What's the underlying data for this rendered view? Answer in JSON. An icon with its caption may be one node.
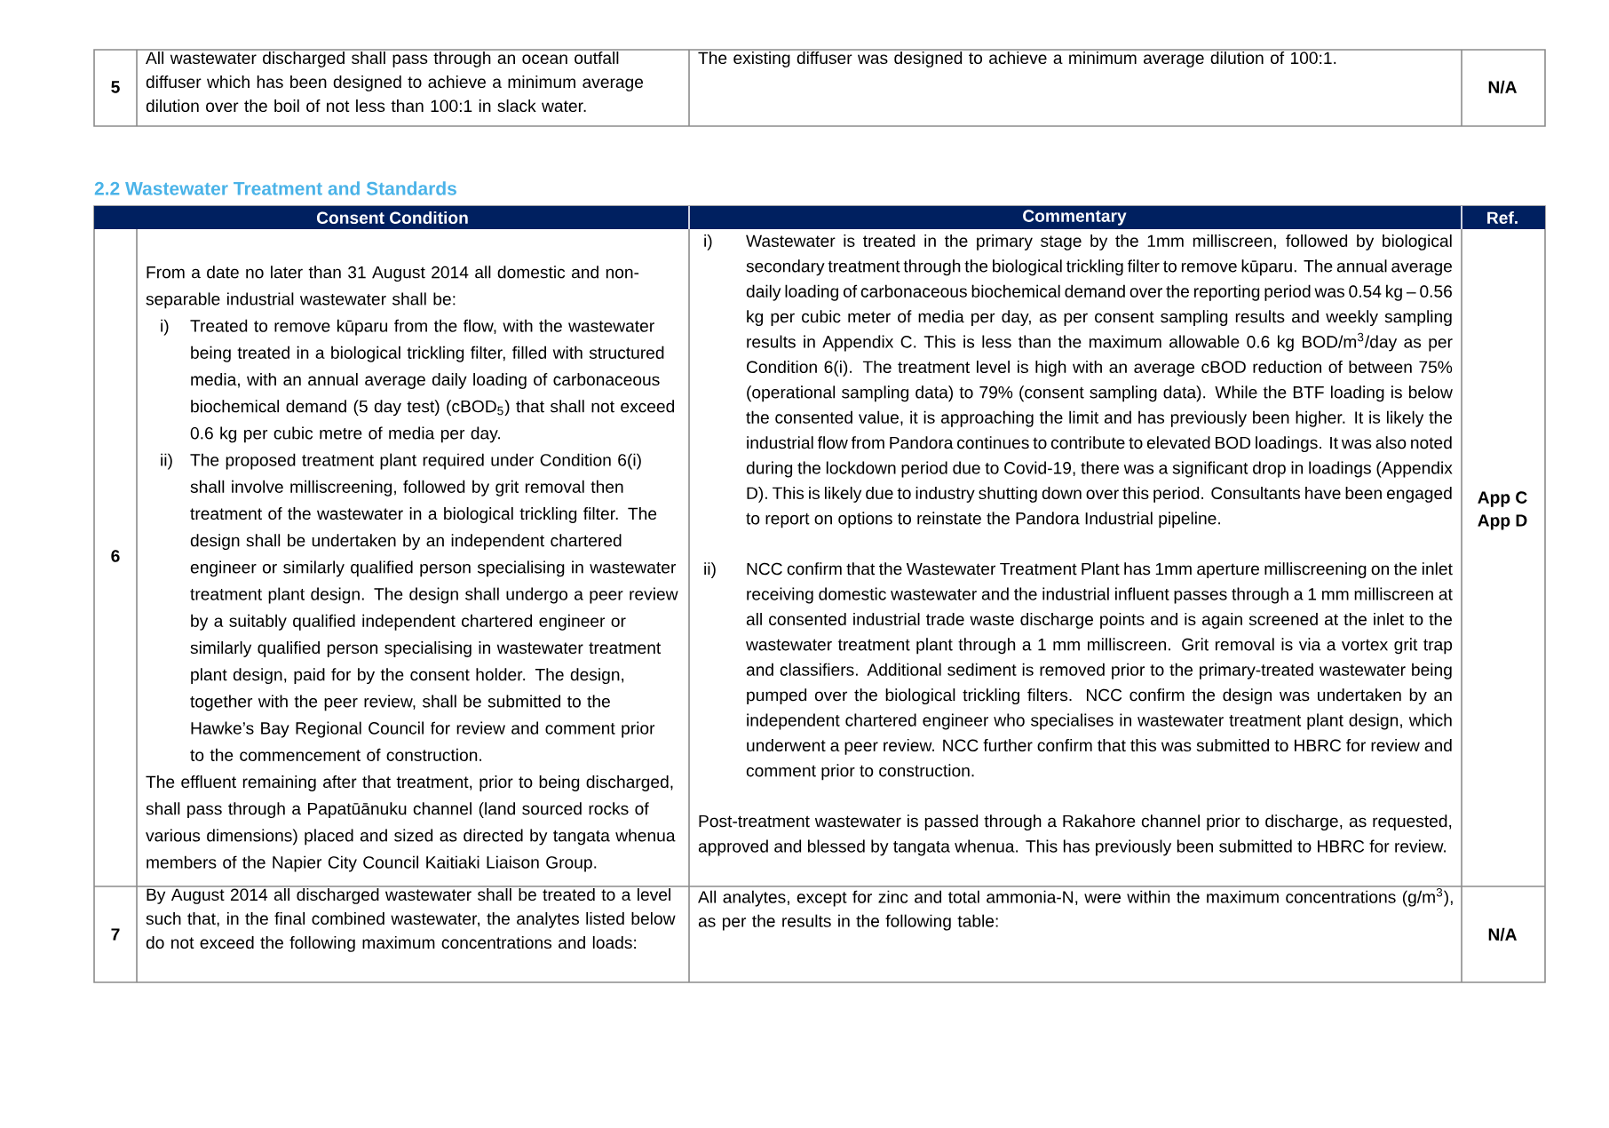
{
  "diagram": {
    "title": "2.2 Wastewater Treatment and Standards",
    "labels": [
      "5",
      "All wastewater discharged shall pass through an ocean outfall diffuser which has been designed to achieve a minimum average dilution over the boil of not less than 100:1 in slack water.",
      "The existing diffuser was designed to achieve a minimum average dilution of 100:1.",
      "N/A",
      "Consent Condition",
      "Commentary",
      "Ref.",
      "6",
      "From a date no later than 31 August 2014 all domestic and non-separable industrial wastewater shall be:",
      "i)",
      "Treated to remove kūparu from the flow, with the wastewater being treated in a biological trickling filter, filled with structured media, with an annual average daily loading of carbonaceous biochemical demand (5 day test) (cBOD$_{5}$) that shall not exceed 0.6 kg per cubic metre of media per day.",
      "ii)",
      "The proposed treatment plant required under Condition 6(i) shall involve milliscreening, followed by grit removal then treatment of the wastewater in a biological trickling filter. The design shall be undertaken by an independent chartered engineer or similarly qualified person specialising in wastewater treatment plant design. The design shall undergo a peer review by a suitably qualified independent chartered engineer or similarly qualified person specialising in wastewater treatment plant design, paid for by the consent holder. The design, together with the peer review, shall be submitted to the Hawke’s Bay Regional Council for review and comment prior to the commencement of construction.",
      "The effluent remaining after that treatment, prior to being discharged, shall pass through a Papatūānuku channel (land sourced rocks of various dimensions) placed and sized as directed by tangata whenua members of the Napier City Council Kaitiaki Liaison Group.",
      "i)",
      "Wastewater is treated in the primary stage by the 1mm milliscreen, followed by biological secondary treatment through the biological trickling filter to remove kūparu. The annual average daily loading of carbonaceous biochemical demand over the reporting period was 0.54 kg – 0.56 kg per cubic meter of media per day, as per consent sampling results and weekly sampling results in Appendix C. This is less than the maximum allowable 0.6 kg BOD/m$^{3}$/day as per Condition 6(i). The treatment level is high with an average cBOD reduction of between 75% (operational sampling data) to 79% (consent sampling data). While the BTF loading is below the consented value, it is approaching the limit and has previously been higher. It is likely the industrial flow from Pandora continues to contribute to elevated BOD loadings. It was also noted during the lockdown period due to Covid-19, there was a significant drop in loadings (Appendix D). This is likely due to industry shutting down over this period. Consultants have been engaged to report on options to reinstate the Pandora Industrial pipeline.",
      "ii)",
      "NCC confirm that the Wastewater Treatment Plant has 1mm aperture milliscreening on the inlet receiving domestic wastewater and the industrial influent passes through a 1 mm milliscreen at all consented industrial trade waste discharge points and is again screened at the inlet to the wastewater treatment plant through a 1 mm milliscreen. Grit removal is via a vortex grit trap and classifiers. Additional sediment is removed prior to the primary-treated wastewater being pumped over the biological trickling filters. NCC confirm the design was undertaken by an independent chartered engineer who specialises in wastewater treatment plant design, which underwent a peer review. NCC further confirm that this was submitted to HBRC for review and comment prior to construction.",
      "Post-treatment wastewater is passed through a Rakahore channel prior to discharge, as requested, approved and blessed by tangata whenua. This has previously been submitted to HBRC for review.",
      "App C",
      "App D",
      "7",
      "By August 2014 all discharged wastewater shall be treated to a level such that, in the final combined wastewater, the analytes listed below do not exceed the following maximum concentrations and loads:",
      "All analytes, except for zinc and total ammonia-N, were within the maximum concentrations (g/m$^{3}$), as per the results in the following table:",
      "N/A"
    ]
  }
}
